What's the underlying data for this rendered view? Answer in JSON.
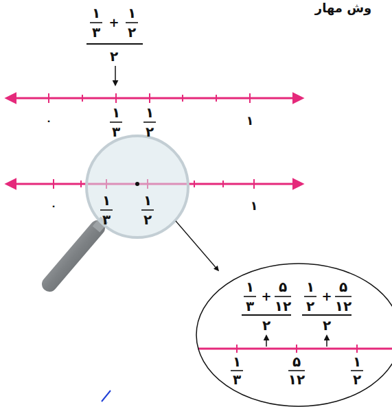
{
  "diagram": {
    "nodes": [
      {
        "text": [
          "۱",
          "۳",
          "+",
          "۵",
          "۱۲",
          "۲",
          "۱",
          "۲",
          "+",
          "۵",
          "۱۲",
          "۲",
          "۱",
          "۳",
          "۵",
          "۱۲",
          "۱",
          "۲"
        ]
      }
    ],
    "labels": [
      "وش مهار",
      "۱",
      "۳",
      "+",
      "۱",
      "۲",
      "۲",
      "۰",
      "۱",
      "۳",
      "۱",
      "۲",
      "۱",
      "۰",
      "۱",
      "۳",
      "۱",
      "۲",
      "۱"
    ]
  }
}
